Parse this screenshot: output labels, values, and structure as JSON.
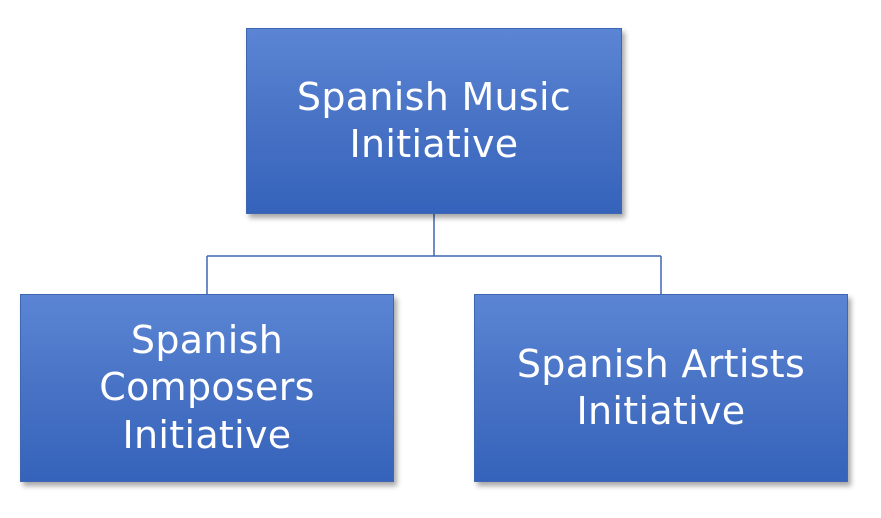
{
  "diagram": {
    "root": {
      "label": "Spanish Music\nInitiative"
    },
    "children": [
      {
        "label": "Spanish\nComposers\nInitiative"
      },
      {
        "label": "Spanish Artists\nInitiative"
      }
    ]
  }
}
